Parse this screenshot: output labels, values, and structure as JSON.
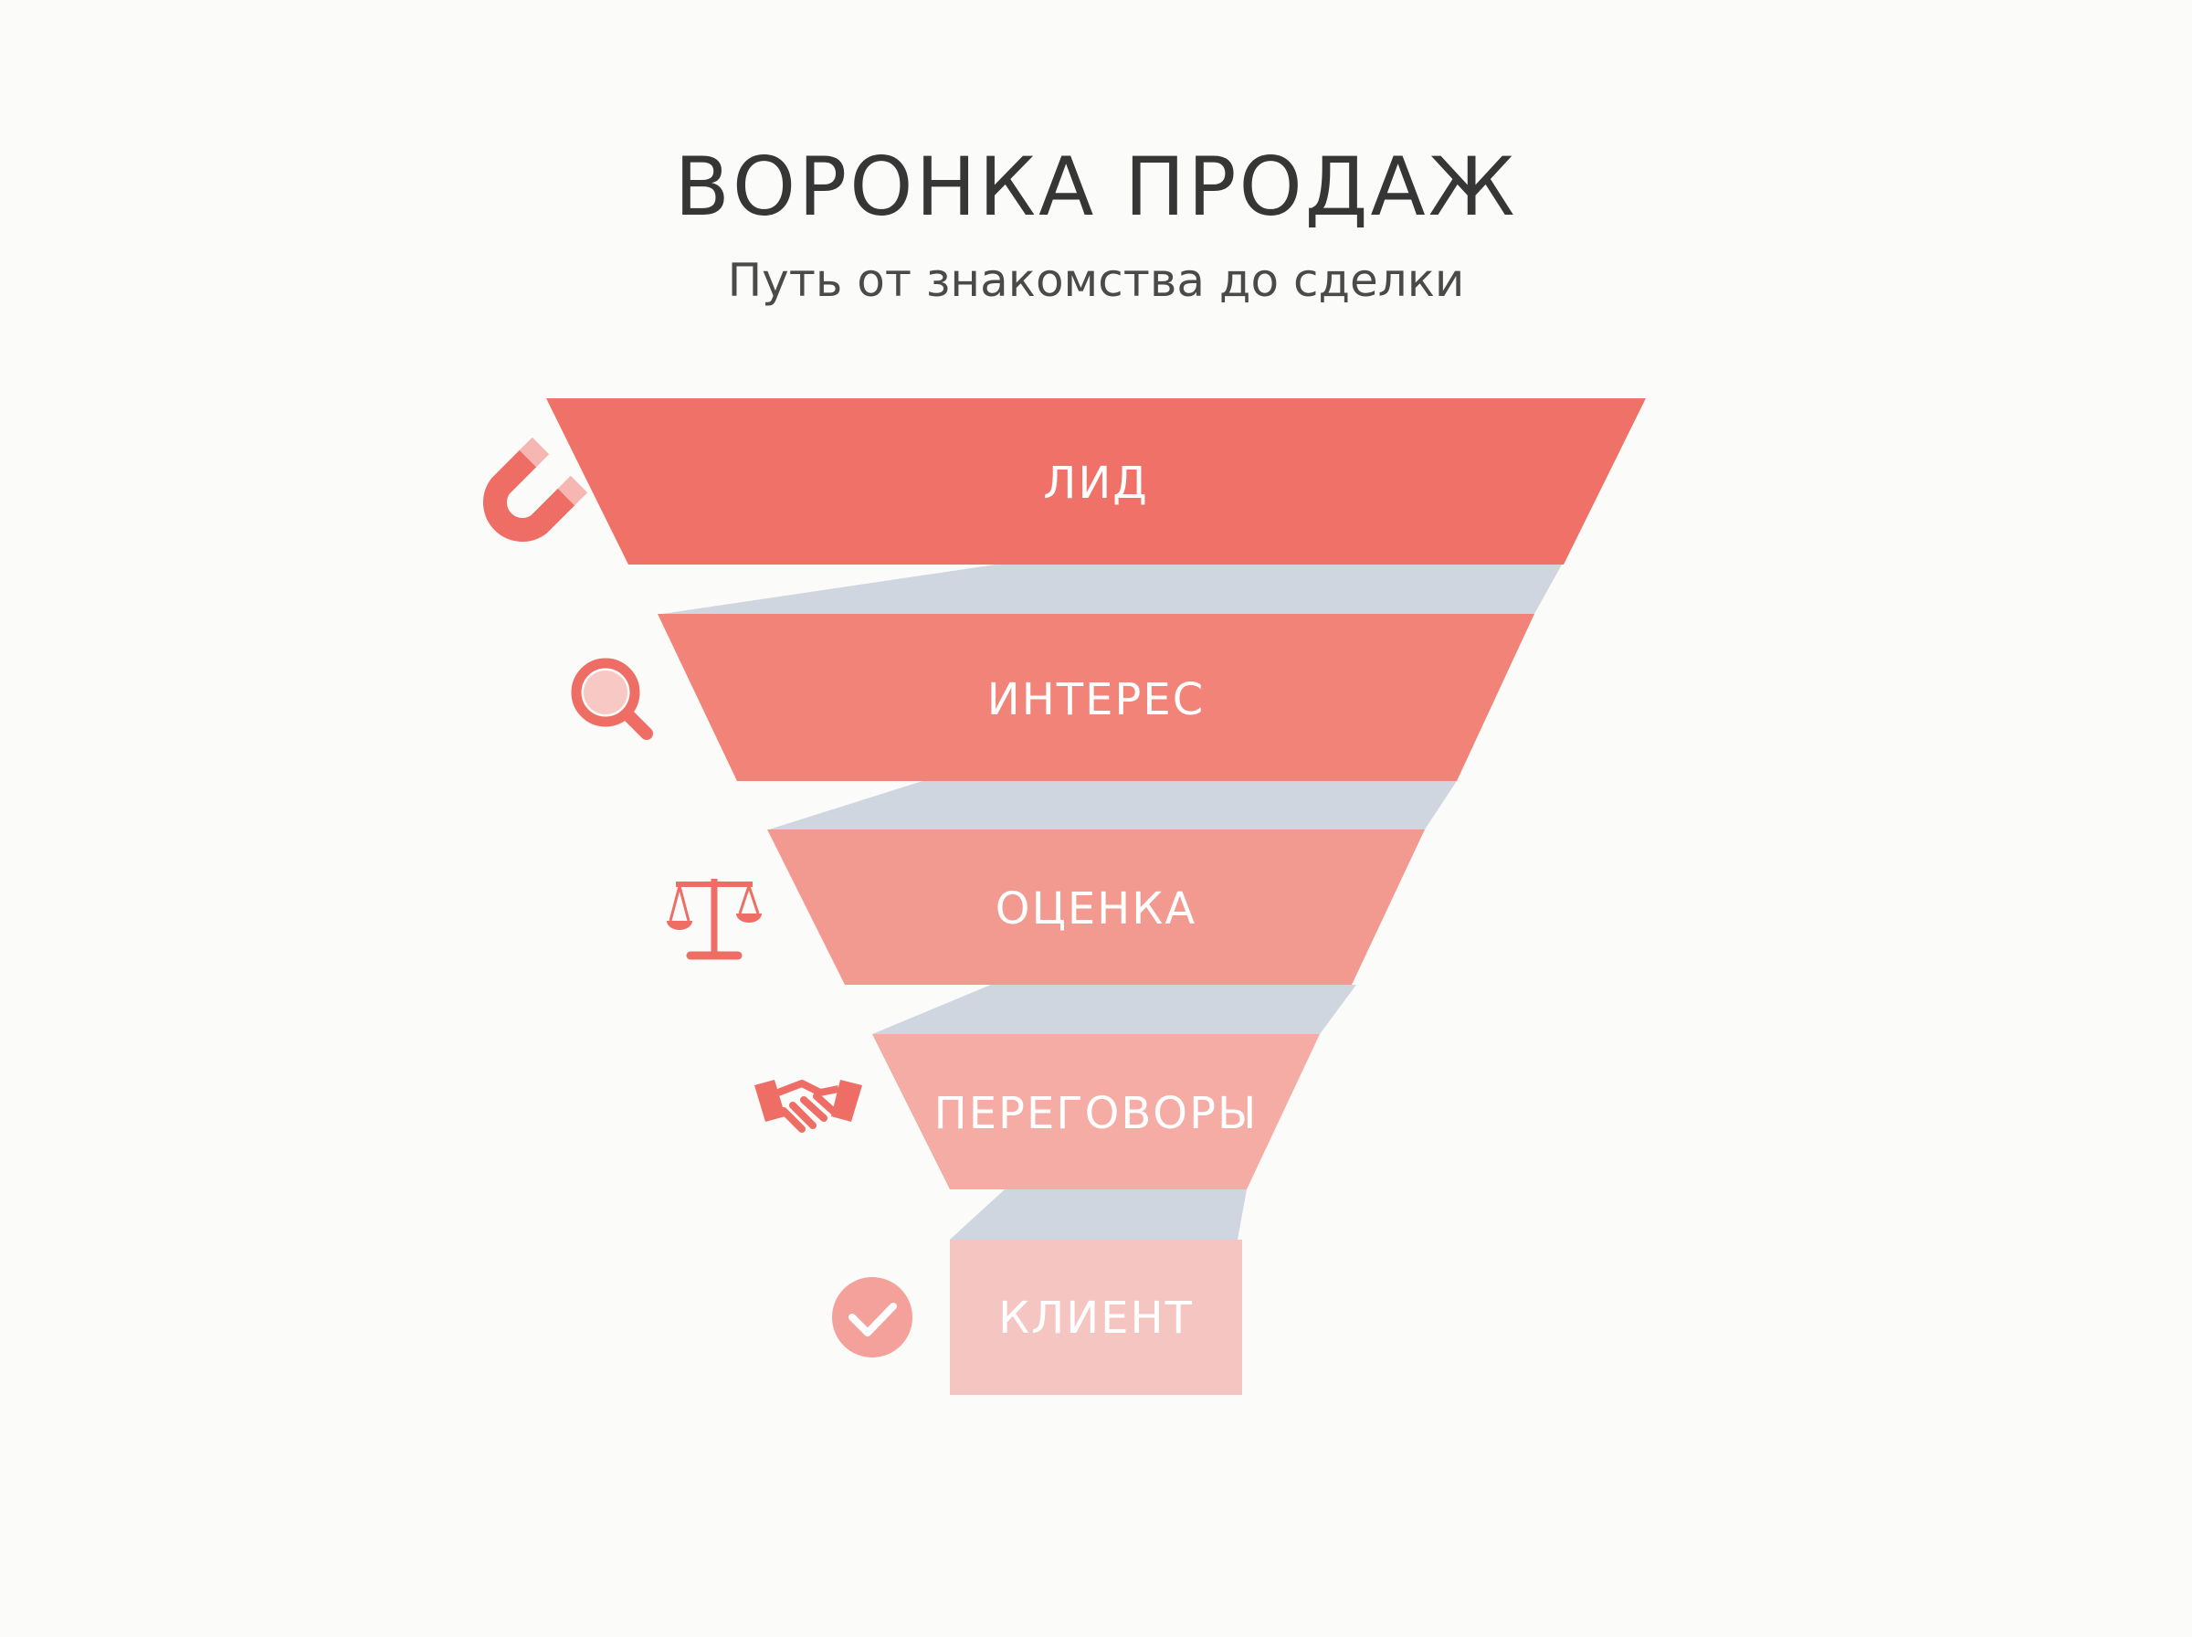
{
  "header": {
    "title": "ВОРОНКА ПРОДАЖ",
    "subtitle": "Путь от знакомства до сделки"
  },
  "funnel": {
    "connector_color": "#cfd6e0",
    "stages": [
      {
        "label": "ЛИД",
        "icon": "magnet-icon",
        "color": "#f07168"
      },
      {
        "label": "ИНТЕРЕС",
        "icon": "magnifier-icon",
        "color": "#f28378"
      },
      {
        "label": "ОЦЕНКА",
        "icon": "scales-icon",
        "color": "#f39a90"
      },
      {
        "label": "ПЕРЕГОВОРЫ",
        "icon": "handshake-icon",
        "color": "#f4aca5"
      },
      {
        "label": "КЛИЕНТ",
        "icon": "checkmark-icon",
        "color": "#f5c5c2"
      }
    ]
  }
}
